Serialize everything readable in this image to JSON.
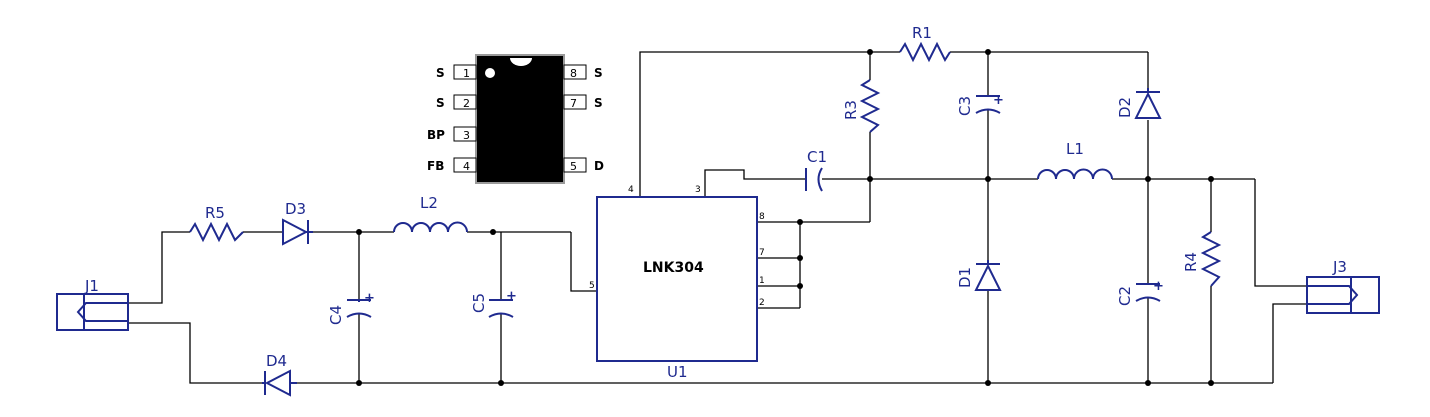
{
  "ic": {
    "name": "LNK304",
    "designator": "U1",
    "pins": [
      "8",
      "7",
      "1",
      "2",
      "5",
      "4",
      "3"
    ]
  },
  "package": {
    "left_pins": [
      {
        "label": "S",
        "num": "1"
      },
      {
        "label": "S",
        "num": "2"
      },
      {
        "label": "BP",
        "num": "3"
      },
      {
        "label": "FB",
        "num": "4"
      }
    ],
    "right_pins": [
      {
        "label": "S",
        "num": "8"
      },
      {
        "label": "S",
        "num": "7"
      },
      {
        "label": "D",
        "num": "5"
      }
    ]
  },
  "components": {
    "R1": "R1",
    "R3": "R3",
    "R4": "R4",
    "R5": "R5",
    "C1": "C1",
    "C2": "C2",
    "C3": "C3",
    "C4": "C4",
    "C5": "C5",
    "D1": "D1",
    "D2": "D2",
    "D3": "D3",
    "D4": "D4",
    "L1": "L1",
    "L2": "L2",
    "J1": "J1",
    "J3": "J3"
  },
  "polarity": "+"
}
